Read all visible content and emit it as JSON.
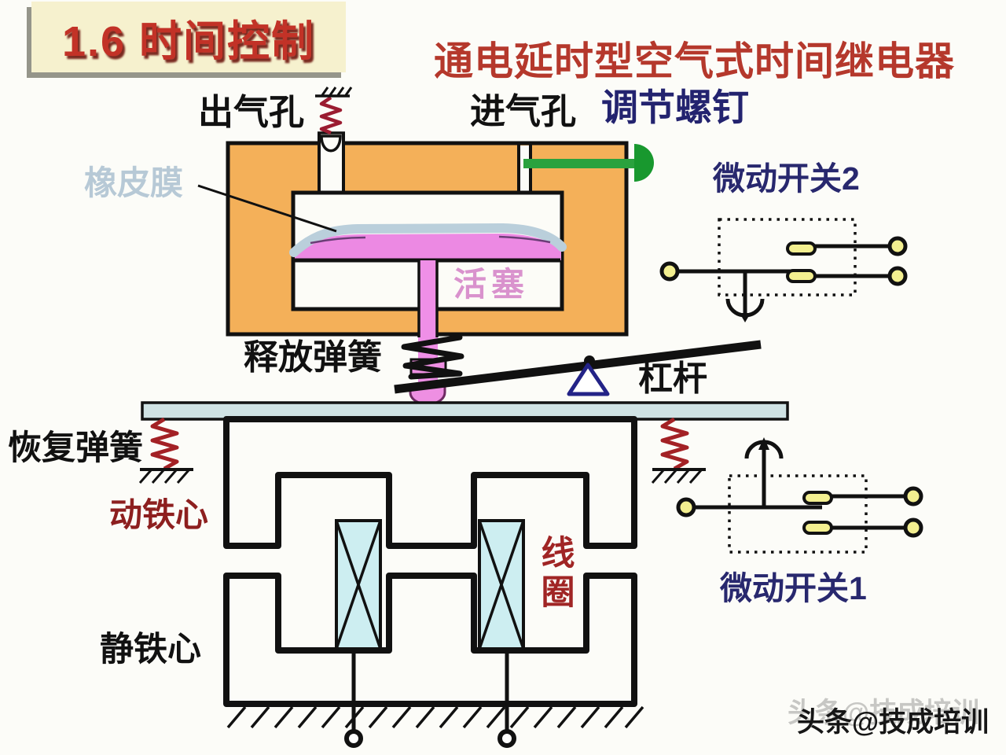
{
  "title_badge": {
    "text": "1.6 时间控制"
  },
  "heading": {
    "text": "通电延时型空气式时间继电器"
  },
  "diagram": {
    "labels": {
      "air_outlet": "出气孔",
      "air_inlet": "进气孔",
      "adjusting_screw": "调节螺钉",
      "rubber_membrane": "橡皮膜",
      "piston": "活塞",
      "release_spring": "释放弹簧",
      "lever": "杠杆",
      "return_spring": "恢复弹簧",
      "moving_iron_core": "动铁心",
      "static_iron_core": "静铁心",
      "coil": "线圈",
      "micro_switch_2": "微动开关2",
      "micro_switch_1": "微动开关1"
    },
    "colors": {
      "housing_orange": "#f4b059",
      "piston_pink": "#ee8ce4",
      "membrane_blue": "#bacfdb",
      "armature_bar_blue": "#cfe2e3",
      "screw_green": "#23a23a",
      "spring_red": "#a32125",
      "coil_cyan": "#cdeef1",
      "contact_yellow": "#f3ef90",
      "navy_text": "#28286e",
      "dark_red_text": "#8d1f1f",
      "title_red": "#c23227"
    }
  },
  "watermark": {
    "text": "头条@技成培训"
  }
}
